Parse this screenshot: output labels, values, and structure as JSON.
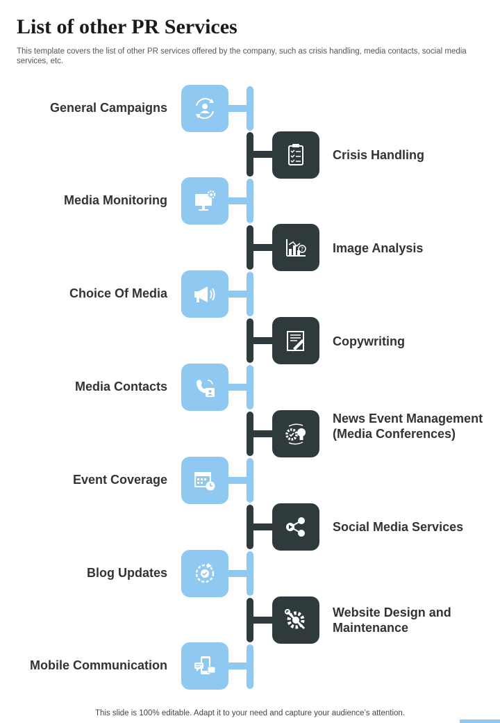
{
  "title": "List of other PR Services",
  "subtitle": "This template covers the list of other PR services offered by the company, such as crisis handling, media contacts, social media services, etc.",
  "services": [
    {
      "label": "General Campaigns",
      "side": "left",
      "icon": "person-cycle-icon"
    },
    {
      "label": "Crisis Handling",
      "side": "right",
      "icon": "checklist-clipboard-icon"
    },
    {
      "label": "Media Monitoring",
      "side": "left",
      "icon": "monitor-gear-icon"
    },
    {
      "label": "Image Analysis",
      "side": "right",
      "icon": "bar-chart-question-icon"
    },
    {
      "label": "Choice Of Media",
      "side": "left",
      "icon": "megaphone-icon"
    },
    {
      "label": "Copywriting",
      "side": "right",
      "icon": "document-pen-icon"
    },
    {
      "label": "Media Contacts",
      "side": "left",
      "icon": "phone-contact-icon"
    },
    {
      "label": "News Event Management (Media Conferences)",
      "side": "right",
      "icon": "gear-lightbulb-icon"
    },
    {
      "label": "Event Coverage",
      "side": "left",
      "icon": "calendar-clock-icon"
    },
    {
      "label": "Social Media Services",
      "side": "right",
      "icon": "social-share-icon"
    },
    {
      "label": "Blog Updates",
      "side": "left",
      "icon": "refresh-check-icon"
    },
    {
      "label": "Website Design and Maintenance",
      "side": "right",
      "icon": "gear-wrench-icon"
    },
    {
      "label": "Mobile Communication",
      "side": "left",
      "icon": "mobile-chat-icon"
    }
  ],
  "footer": "This slide is 100% editable. Adapt it to your need and capture your audience’s attention.",
  "colors": {
    "light": "#8fc9f1",
    "dark": "#2f3a3d"
  }
}
